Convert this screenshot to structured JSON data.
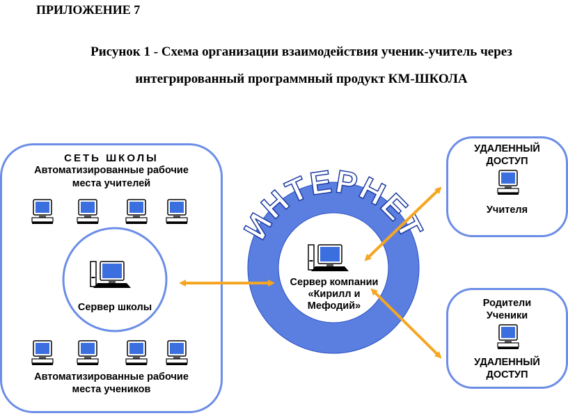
{
  "header": {
    "annex": "ПРИЛОЖЕНИЕ 7",
    "caption_line1": "Рисунок 1 - Схема организации взаимодействия ученик-учитель через",
    "caption_line2": "интегрированный программный продукт КМ-ШКОЛА"
  },
  "school_network": {
    "title": "СЕТЬ ШКОЛЫ",
    "teachers_line1": "Автоматизированные рабочие",
    "teachers_line2": "места учителей",
    "server_label": "Сервер школы",
    "students_line1": "Автоматизированные рабочие",
    "students_line2": "места учеников"
  },
  "internet": {
    "ring_text": "ИНТЕРНЕТ",
    "server_line1": "Сервер компании",
    "server_line2": "«Кирилл и",
    "server_line3": "Мефодий»"
  },
  "remote_teachers": {
    "line1": "УДАЛЕННЫЙ",
    "line2": "ДОСТУП",
    "label": "Учителя"
  },
  "remote_parents": {
    "line1": "Родители",
    "line2": "Ученики",
    "line3": "УДАЛЕННЫЙ",
    "line4": "ДОСТУП"
  },
  "colors": {
    "border_blue": "#6b8de6",
    "ring_blue": "#5b7fe0",
    "arrow_orange": "#f5a623",
    "monitor_screen": "#3b6fe0"
  },
  "icons": [
    "computer-icon",
    "server-computer-icon",
    "bidirectional-arrow-icon"
  ]
}
